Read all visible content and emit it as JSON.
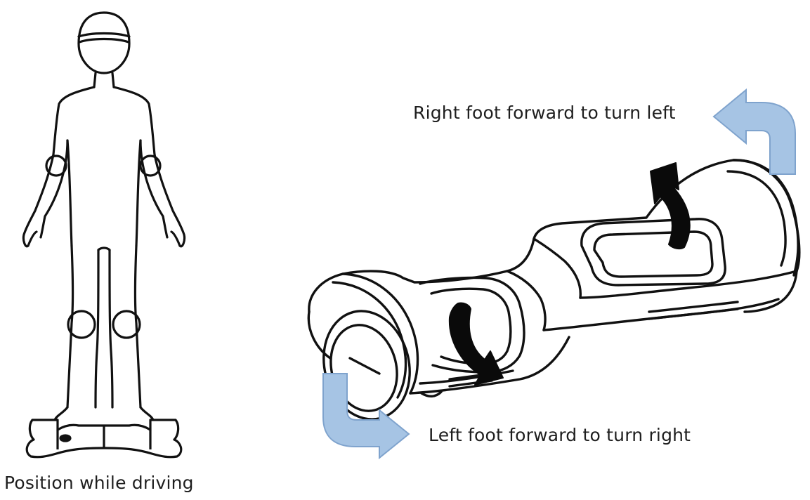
{
  "captions": {
    "position": "Position while driving",
    "right_foot": "Right foot forward to turn left",
    "left_foot": "Left foot forward to turn right"
  },
  "colors": {
    "line": "#111111",
    "turn_arrow_fill": "#a6c4e4",
    "turn_arrow_stroke": "#7fa3cd",
    "tilt_arrow": "#0a0a0a"
  },
  "icons": {
    "figure": "rider-figure-icon",
    "board_front": "hoverboard-front-icon",
    "board_perspective": "hoverboard-perspective-icon",
    "turn_left": "curved-arrow-turn-left-icon",
    "turn_right": "curved-arrow-turn-right-icon",
    "tilt_right_pad": "tilt-arrow-right-pad-icon",
    "tilt_left_pad": "tilt-arrow-left-pad-icon"
  }
}
